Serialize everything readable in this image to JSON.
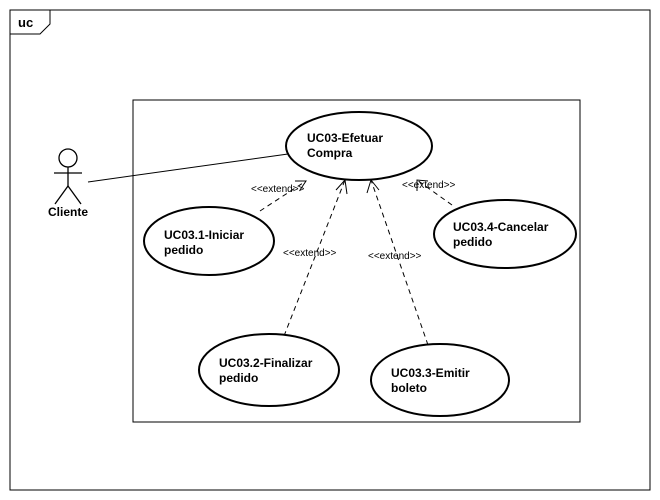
{
  "frame": {
    "label": "uc"
  },
  "actor": {
    "name": "Cliente"
  },
  "use_cases": [
    {
      "id": "main",
      "lines": [
        "UC03-Efetuar",
        "Compra"
      ]
    },
    {
      "id": "uc31",
      "lines": [
        "UC03.1-Iniciar",
        "pedido"
      ]
    },
    {
      "id": "uc32",
      "lines": [
        "UC03.2-Finalizar",
        "pedido"
      ]
    },
    {
      "id": "uc33",
      "lines": [
        "UC03.3-Emitir",
        "boleto"
      ]
    },
    {
      "id": "uc34",
      "lines": [
        "UC03.4-Cancelar",
        "pedido"
      ]
    }
  ],
  "relations": [
    {
      "from": "uc31",
      "to": "main",
      "stereotype": "<<extend>>"
    },
    {
      "from": "uc32",
      "to": "main",
      "stereotype": "<<extend>>"
    },
    {
      "from": "uc33",
      "to": "main",
      "stereotype": "<<extend>>"
    },
    {
      "from": "uc34",
      "to": "main",
      "stereotype": "<<extend>>"
    }
  ],
  "colors": {
    "stroke": "#000000",
    "fill": "#ffffff"
  }
}
